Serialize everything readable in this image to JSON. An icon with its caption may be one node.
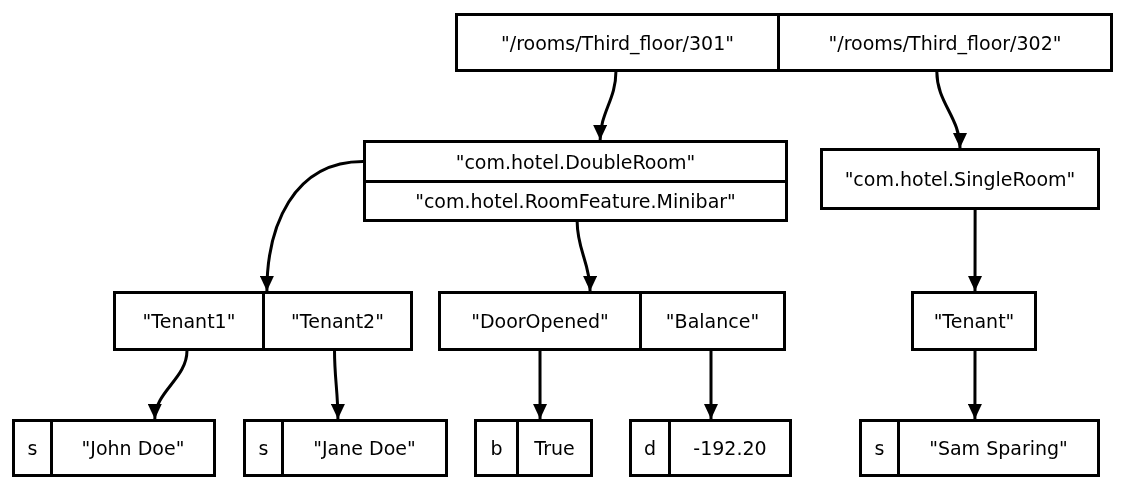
{
  "diagram": {
    "nodes": [
      {
        "text": [],
        "shape": "box"
      },
      {
        "text": [
          "\"/rooms/Third_floor/301\""
        ],
        "in": 0
      },
      {
        "text": [
          "\"/rooms/Third_floor/302\""
        ],
        "in": 0
      },
      {
        "text": [],
        "shape": "box"
      },
      {
        "text": [
          "\"com.hotel.DoubleRoom\""
        ],
        "in": 3
      },
      {
        "text": [
          "\"com.hotel.RoomFeature.Minibar\""
        ],
        "in": 3
      },
      {
        "text": [
          "\"com.hotel.SingleRoom\""
        ]
      },
      {
        "text": [],
        "shape": "box"
      },
      {
        "text": [
          "\"Tenant1\""
        ],
        "in": 7
      },
      {
        "text": [
          "\"Tenant2\""
        ],
        "in": 7
      },
      {
        "text": [],
        "shape": "box"
      },
      {
        "text": [
          "\"DoorOpened\""
        ],
        "in": 10
      },
      {
        "text": [
          "\"Balance\""
        ],
        "in": 10
      },
      {
        "text": [
          "\"Tenant\""
        ]
      },
      {
        "text": [],
        "shape": "box"
      },
      {
        "text": [
          "s"
        ],
        "in": 14
      },
      {
        "text": [
          "\"John Doe\""
        ],
        "in": 14
      },
      {
        "text": [],
        "shape": "box"
      },
      {
        "text": [
          "s"
        ],
        "in": 17
      },
      {
        "text": [
          "\"Jane Doe\""
        ],
        "in": 17
      },
      {
        "text": [],
        "shape": "box"
      },
      {
        "text": [
          "b"
        ],
        "in": 20
      },
      {
        "text": [
          "True"
        ],
        "in": 20
      },
      {
        "text": [],
        "shape": "box"
      },
      {
        "text": [
          "d"
        ],
        "in": 23
      },
      {
        "text": [
          "-192.20"
        ],
        "in": 23
      },
      {
        "text": [],
        "shape": "box"
      },
      {
        "text": [
          "s"
        ],
        "in": 26
      },
      {
        "text": [
          "\"Sam Sparing\""
        ],
        "in": 26
      }
    ],
    "edges": [
      {
        "from": 1,
        "to": 3,
        "arrow": "to"
      },
      {
        "from": 2,
        "to": 6,
        "arrow": "to"
      },
      {
        "from": 4,
        "to": 7,
        "arrow": "to"
      },
      {
        "from": 5,
        "to": 10,
        "arrow": "to"
      },
      {
        "from": 6,
        "to": 13,
        "arrow": "to"
      },
      {
        "from": 8,
        "to": 14,
        "arrow": "to"
      },
      {
        "from": 9,
        "to": 17,
        "arrow": "to"
      },
      {
        "from": 11,
        "to": 20,
        "arrow": "to"
      },
      {
        "from": 12,
        "to": 23,
        "arrow": "to"
      },
      {
        "from": 13,
        "to": 26,
        "arrow": "to"
      }
    ]
  }
}
